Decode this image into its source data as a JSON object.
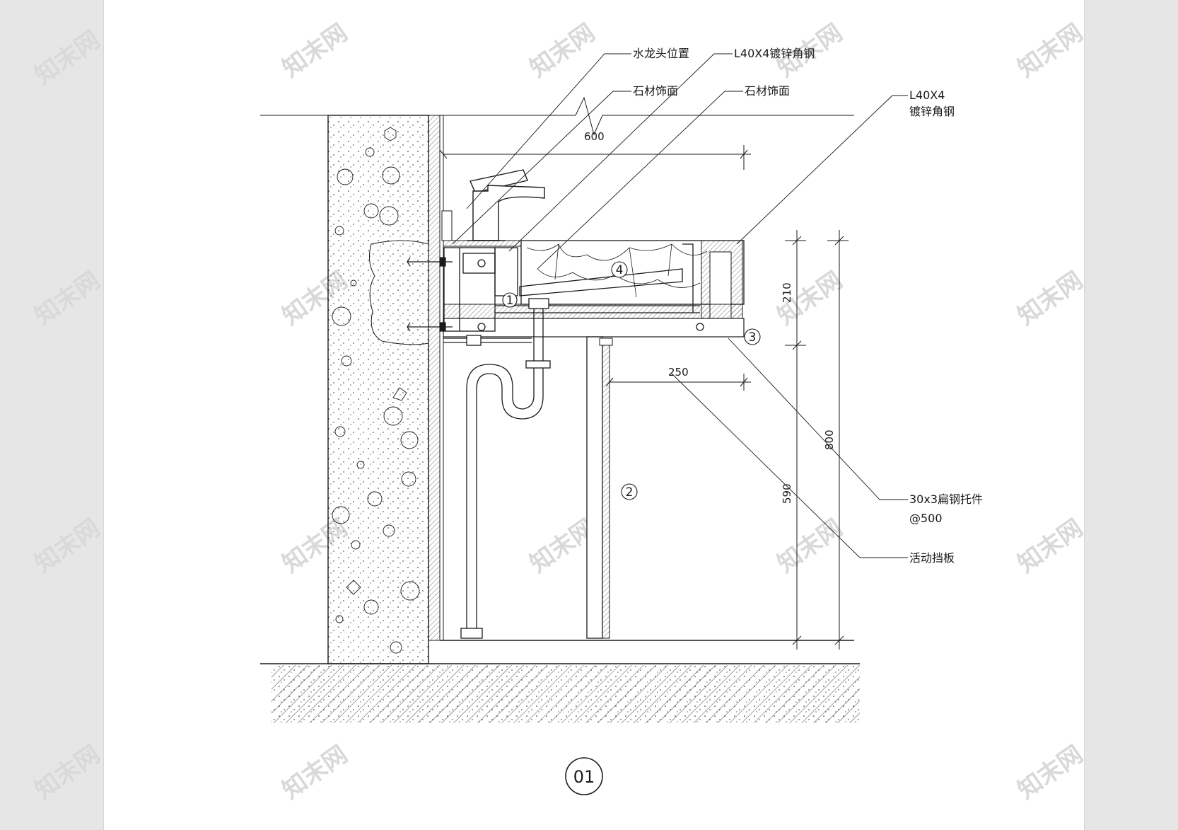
{
  "callouts": {
    "faucet_position": "水龙头位置",
    "angle_steel_1": "L40X4镀锌角钢",
    "stone_finish_1": "石材饰面",
    "stone_finish_2": "石材饰面",
    "angle_steel_2_line1": "L40X4",
    "angle_steel_2_line2": "镀锌角钢",
    "flat_steel_line1": "30x3扁钢托件",
    "flat_steel_line2": "@500",
    "removable_panel": "活动挡板"
  },
  "dimensions": {
    "counter_depth": "600",
    "apron_depth": "250",
    "counter_thickness": "210",
    "clearance_height": "590",
    "total_height": "800"
  },
  "markers": {
    "m1": "1",
    "m2": "2",
    "m3": "3",
    "m4": "4"
  },
  "sheet_number": "01",
  "watermark": "知末网",
  "colors": {
    "page_background": "#e6e6e6",
    "sheet": "#ffffff",
    "ink": "#1a1a1a",
    "watermark": "#d9d9d9"
  }
}
